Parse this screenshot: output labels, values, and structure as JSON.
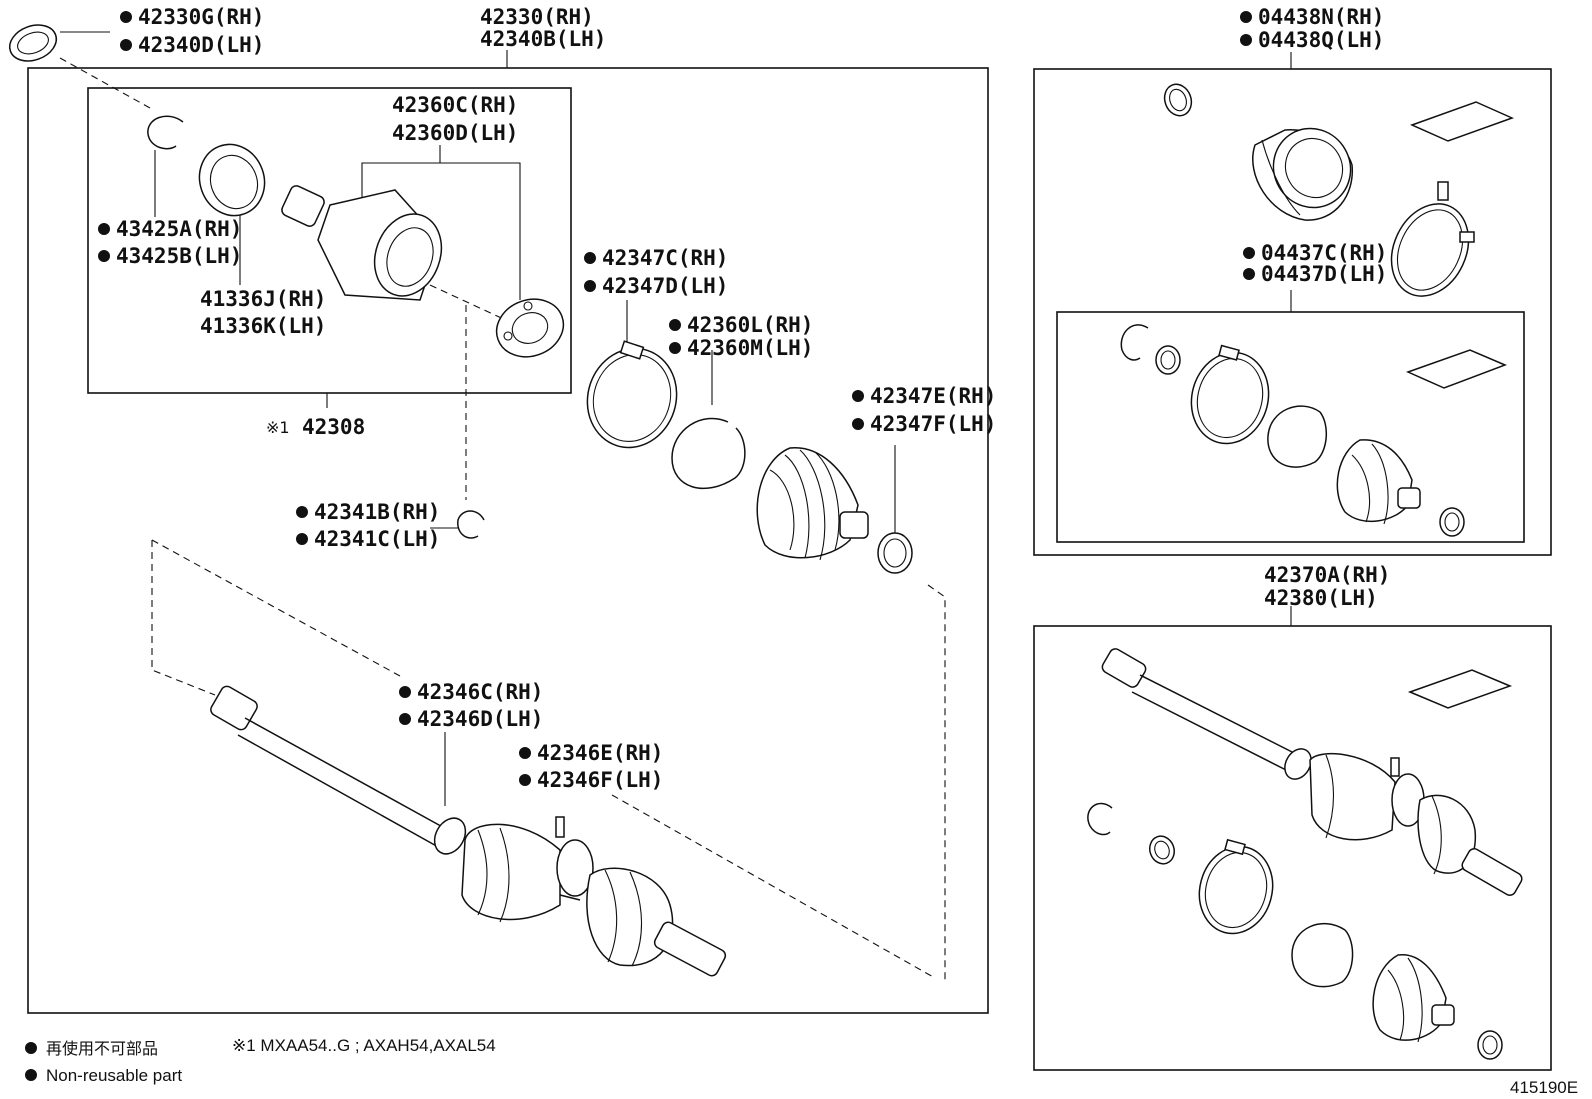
{
  "parts": {
    "dust_seal_rh": "42330G(RH)",
    "dust_seal_lh": "42340D(LH)",
    "shaft_assy_rh": "42330(RH)",
    "shaft_assy_lh": "42340B(LH)",
    "outboard_boot_kit_rh": "04438N(RH)",
    "outboard_boot_kit_lh": "04438Q(LH)",
    "outer_joint_rh": "42360C(RH)",
    "outer_joint_lh": "42360D(LH)",
    "snap_ring_rh": "43425A(RH)",
    "snap_ring_lh": "43425B(LH)",
    "seal_ring_rh": "41336J(RH)",
    "seal_ring_lh": "41336K(LH)",
    "inner_joint_ref": "42308",
    "inner_joint_mark": "※1",
    "boot_clamp_large_rh": "42347C(RH)",
    "boot_clamp_large_lh": "42347D(LH)",
    "clip_rh": "42360L(RH)",
    "clip_lh": "42360M(LH)",
    "boot_clamp_small_rh": "42347E(RH)",
    "boot_clamp_small_lh": "42347F(LH)",
    "inboard_boot_kit_rh": "04437C(RH)",
    "inboard_boot_kit_lh": "04437D(LH)",
    "hole_snap_ring_rh": "42341B(RH)",
    "hole_snap_ring_lh": "42341C(LH)",
    "outboard_clamp_rh": "42346C(RH)",
    "outboard_clamp_lh": "42346D(LH)",
    "outboard_band_rh": "42346E(RH)",
    "outboard_band_lh": "42346F(LH)",
    "complete_shaft_rh": "42370A(RH)",
    "complete_shaft_lh": "42380(LH)"
  },
  "legend": {
    "non_reusable_jp": "再使用不可部品",
    "non_reusable_en": "Non-reusable part",
    "footnote": "※1 MXAA54..G ; AXAH54,AXAL54"
  },
  "figure_id": "415190E"
}
